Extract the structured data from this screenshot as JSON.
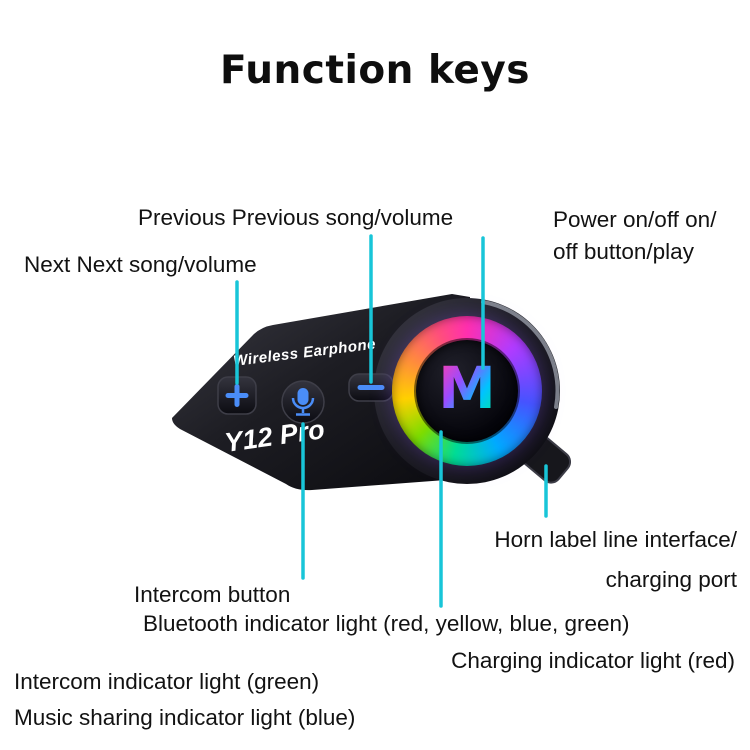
{
  "title": "Function keys",
  "callouts": {
    "previous": "Previous Previous song/volume",
    "next": "Next Next song/volume",
    "power": [
      "Power on/off on/",
      "off button/play"
    ],
    "horn_charging": [
      "Horn label line interface/",
      "charging port"
    ],
    "intercom_button": "Intercom button",
    "bluetooth_indicator": "Bluetooth indicator light (red, yellow, blue, green)",
    "charging_indicator": "Charging indicator light (red)",
    "intercom_indicator": "Intercom indicator light (green)",
    "music_sharing_indicator": "Music sharing indicator light (blue)"
  },
  "device": {
    "brand_text": "Wireless Earphone",
    "model_text": "Y12 Pro",
    "logo_letter": "M"
  },
  "colors": {
    "callout_line": "#18c5d8",
    "button_icon_blue": "#4a8df8",
    "label_text": "#121212"
  }
}
